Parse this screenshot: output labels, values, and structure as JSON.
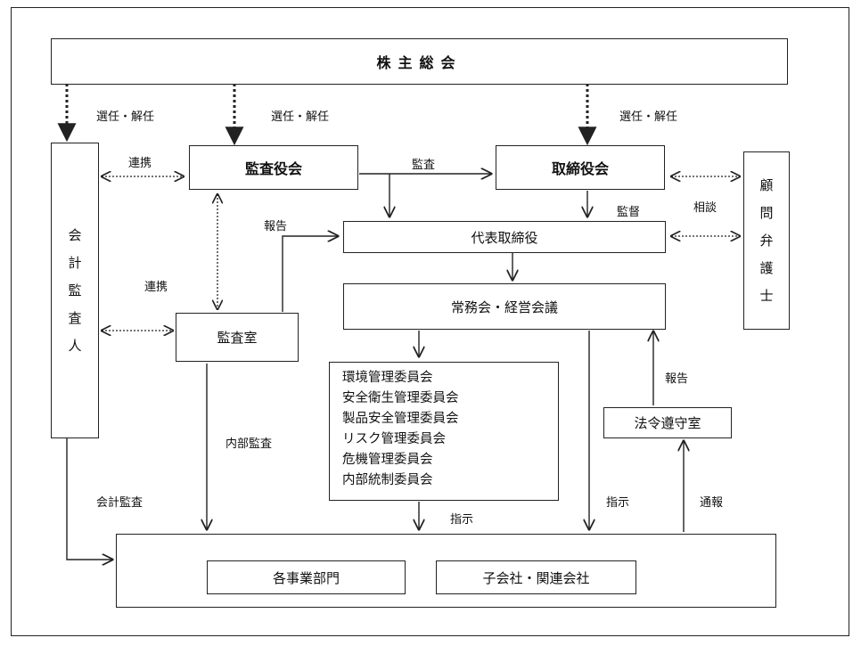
{
  "boxes": {
    "shareholders": "株主総会",
    "auditor_board": "監査役会",
    "board": "取締役会",
    "president": "代表取締役",
    "executive": "常務会・経営会議",
    "audit_office": "監査室",
    "compliance": "法令遵守室",
    "accounting_auditor": [
      "会",
      "計",
      "監",
      "査",
      "人"
    ],
    "lawyer": [
      "顧",
      "問",
      "弁",
      "護",
      "士"
    ],
    "divisions": "各事業部門",
    "subsidiaries": "子会社・関連会社"
  },
  "committees": [
    "環境管理委員会",
    "安全衛生管理委員会",
    "製品安全管理委員会",
    "リスク管理委員会",
    "危機管理委員会",
    "内部統制委員会"
  ],
  "labels": {
    "elect1": "選任・解任",
    "elect2": "選任・解任",
    "elect3": "選任・解任",
    "cooperate1": "連携",
    "cooperate2": "連携",
    "audit": "監査",
    "supervise": "監督",
    "consult": "相談",
    "report1": "報告",
    "report2": "報告",
    "internal_audit": "内部監査",
    "accounting_audit": "会計監査",
    "instruct1": "指示",
    "instruct2": "指示",
    "notify": "通報"
  }
}
